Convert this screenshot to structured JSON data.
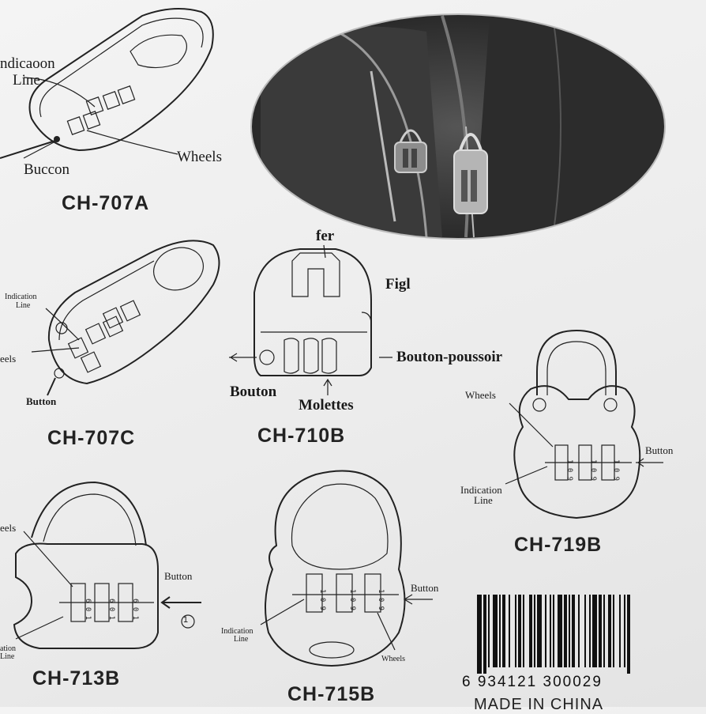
{
  "photo": {
    "description": ""
  },
  "ch707a": {
    "model": "CH-707A",
    "label_indication": "ndicaoon",
    "label_line": "Line",
    "label_wheels": "Wheels",
    "label_button": "Buccon"
  },
  "ch707c": {
    "model": "CH-707C",
    "label_indication": "Indication",
    "label_line": "Line",
    "label_wheels": "eels",
    "label_button": "Button"
  },
  "ch710b": {
    "model": "CH-710B",
    "label_fer": "fer",
    "label_figl": "Figl",
    "label_bouton_poussoir": "Bouton-poussoir",
    "label_bouton": "Bouton",
    "label_molettes": "Molettes"
  },
  "ch719b": {
    "model": "CH-719B",
    "label_wheels": "Wheels",
    "label_button": "Button",
    "label_indication": "Indication",
    "label_line": "Line"
  },
  "ch713b": {
    "model": "CH-713B",
    "label_wheels": "eels",
    "label_button": "Button",
    "label_indication": "ation",
    "label_line": "Line",
    "label_circle": "1"
  },
  "ch715b": {
    "model": "CH-715B",
    "label_button": "Button",
    "label_indication": "Indication",
    "label_line": "Line",
    "label_wheels": "Wheels"
  },
  "barcode": {
    "digits": "6 934121 300029",
    "footer": "MADE IN CHINA"
  },
  "wheel_digits": {
    "top": "1",
    "mid": "0",
    "bot": "9"
  },
  "colors": {
    "ink": "#222222",
    "paper": "#efefef",
    "photo_dark": "#2a2a2a"
  }
}
